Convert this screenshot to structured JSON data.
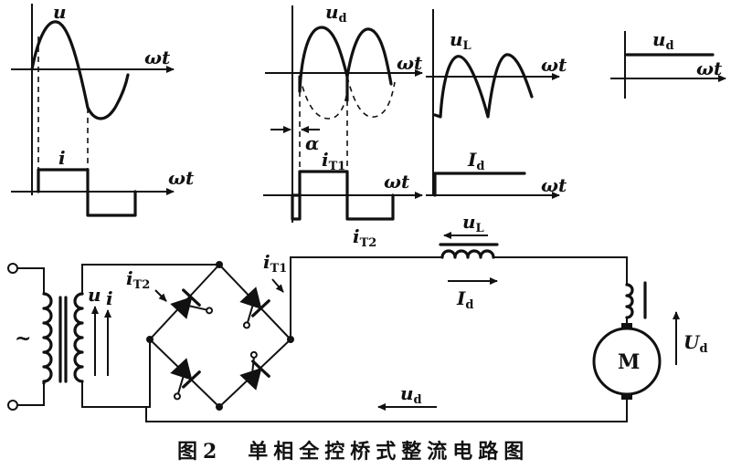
{
  "waveforms": {
    "u": "u",
    "omega_t": "ωt",
    "i": "i",
    "u_d_main": "u",
    "u_d_sub": "d",
    "alpha": "α",
    "i_T1_main": "i",
    "i_T1_sub": "T1",
    "i_T2_main": "i",
    "i_T2_sub": "T2",
    "u_L_main": "u",
    "u_L_sub": "L",
    "I_d_main": "I",
    "I_d_sub": "d",
    "u_d_right_main": "u",
    "u_d_right_sub": "d"
  },
  "circuit": {
    "source_symbol": "~",
    "u_label": "u",
    "i_label": "i",
    "i_T2_main": "i",
    "i_T2_sub": "T2",
    "i_T1_main": "i",
    "i_T1_sub": "T1",
    "u_L_main": "u",
    "u_L_sub": "L",
    "I_d_main": "I",
    "I_d_sub": "d",
    "motor": "M",
    "U_d_main": "U",
    "U_d_sub": "d",
    "u_d_main": "u",
    "u_d_sub": "d"
  },
  "caption": "图2　单相全控桥式整流电路图"
}
